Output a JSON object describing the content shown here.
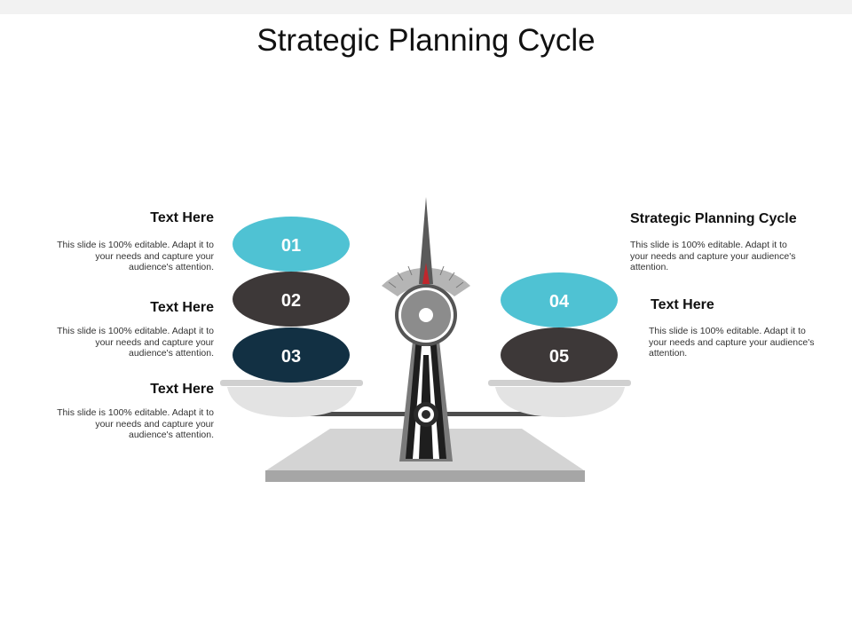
{
  "slide": {
    "title": "Strategic Planning Cycle"
  },
  "items": [
    {
      "number": "01",
      "heading": "Text Here",
      "description": "This slide is 100% editable. Adapt it to your needs and capture your audience's attention.",
      "color": "#4fc2d3"
    },
    {
      "number": "02",
      "heading": "Text Here",
      "description": "This slide is 100% editable. Adapt it to your needs and capture your audience's attention.",
      "color": "#3d3838"
    },
    {
      "number": "03",
      "heading": "Text Here",
      "description": "This slide is 100% editable. Adapt it to your needs and capture your audience's attention.",
      "color": "#123043"
    },
    {
      "number": "04",
      "heading": "Strategic Planning Cycle",
      "description": "This slide is 100% editable. Adapt it to your needs and capture your audience's attention.",
      "color": "#4fc2d3"
    },
    {
      "number": "05",
      "heading": "Text Here",
      "description": "This slide is 100% editable. Adapt it to your needs and capture your audience's attention.",
      "color": "#3d3838"
    }
  ]
}
